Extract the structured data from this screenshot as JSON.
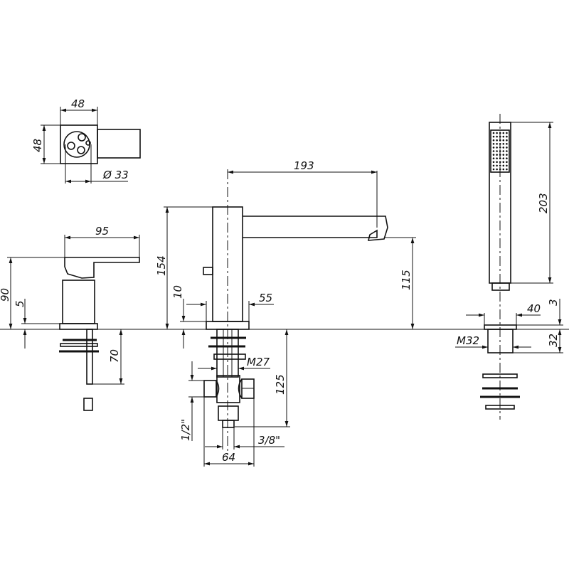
{
  "drawing": {
    "top_view": {
      "width": "48",
      "height": "48",
      "diameter": "Ø 33"
    },
    "lever_handle": {
      "length": "95",
      "height": "90",
      "base": "5",
      "shank": "70"
    },
    "spout": {
      "reach": "193",
      "height": "154",
      "base_thickness": "10",
      "base_width": "55",
      "outlet_height": "115",
      "thread": "M27",
      "below_deck": "125",
      "inlet_hot_cold": "1/2\"",
      "outlet": "3/8\"",
      "connector_width": "64"
    },
    "hand_shower": {
      "length": "203",
      "flange": "40",
      "flange_thickness": "3",
      "thread": "M32",
      "depth": "32"
    }
  }
}
